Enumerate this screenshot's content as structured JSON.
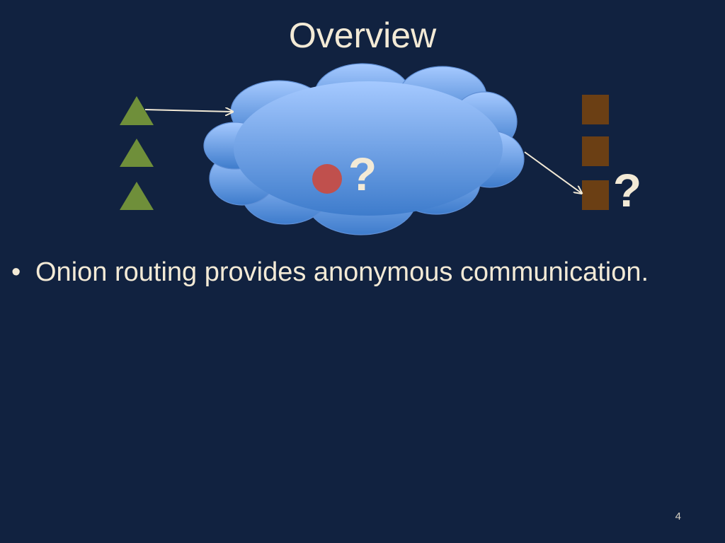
{
  "slide": {
    "title": "Overview",
    "bullet_marker": "•",
    "bullet_text": "Onion routing provides anonymous communication.",
    "page_number": "4"
  },
  "diagram": {
    "cloud_question_mark": "?",
    "receiver_question_mark": "?",
    "senders": [
      "green-triangle",
      "green-triangle",
      "green-triangle"
    ],
    "receivers": [
      "brown-square",
      "brown-square",
      "brown-square"
    ],
    "colors": {
      "background": "#112240",
      "cloud_top": "#9cc3ff",
      "cloud_bottom": "#3f7fd0",
      "sender": "#6f8f3a",
      "receiver": "#6b3f14",
      "hidden_node": "#c0504d",
      "arrow": "#f3ead6",
      "text": "#f3ead6"
    }
  }
}
